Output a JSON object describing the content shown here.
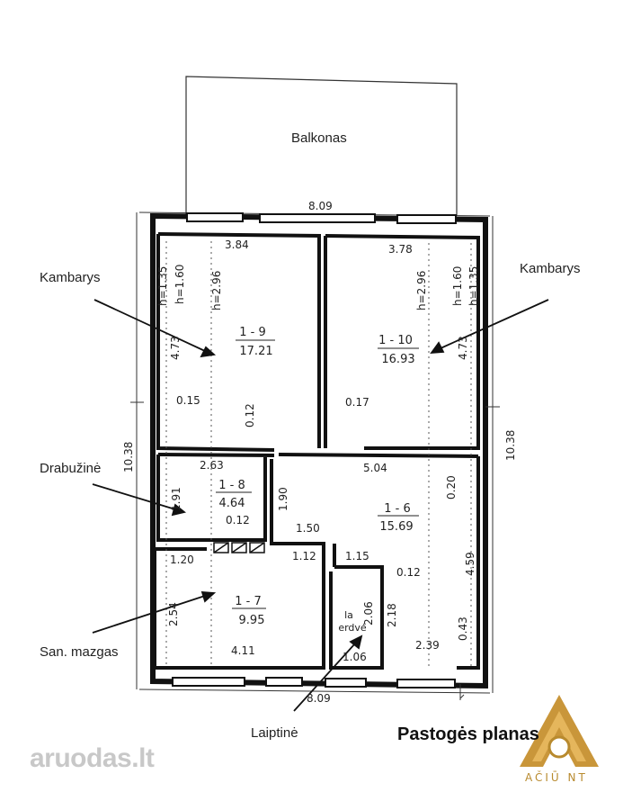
{
  "labels": {
    "balcony": "Balkonas",
    "room_left": "Kambarys",
    "room_right": "Kambarys",
    "wardrobe": "Drabužinė",
    "bathroom": "San. mazgas",
    "stairs": "Laiptinė"
  },
  "title": "Pastogės planas",
  "watermark": {
    "left": "aruodas",
    "right": "lt"
  },
  "logo": {
    "text": "AČIŪ NT",
    "color": "#b88a2e"
  },
  "dims": {
    "top_width": "8.09",
    "bottom_width": "8.09",
    "left_height": "10.38",
    "right_height": "10.38",
    "r9_width": "3.84",
    "r10_width": "3.78",
    "r8_width": "2.63",
    "r6_width": "5.04",
    "r7_width": "4.11",
    "r7_left": "1.20",
    "r7_right": "1.12",
    "hall_115": "1.15",
    "r6_012": "0.12",
    "r6_239": "2.39",
    "r9_015": "0.15",
    "r10_017": "0.17",
    "r9_012": "0.12",
    "r8_012": "0.12",
    "r8_150": "1.50",
    "r8_190": "1.90",
    "r8_191": "1.91",
    "r6_020": "0.20",
    "r6_459": "4.59",
    "r6_043": "0.43",
    "r6_218": "2.18",
    "stair_206": "2.06",
    "stair_106": "1.06",
    "r7_254": "2.54",
    "r9_473": "4.73",
    "r10_473": "4.73",
    "h135_l": "h=1.35",
    "h160_l": "h=1.60",
    "h296_l": "h=2.96",
    "h135_r": "h=1.35",
    "h160_r": "h=1.60",
    "h296_r": "h=2.96"
  },
  "rooms": {
    "r9": {
      "id": "1 - 9",
      "area": "17.21"
    },
    "r10": {
      "id": "1 - 10",
      "area": "16.93"
    },
    "r8": {
      "id": "1 - 8",
      "area": "4.64"
    },
    "r6": {
      "id": "1 - 6",
      "area": "15.69"
    },
    "r7": {
      "id": "1 - 7",
      "area": "9.95"
    },
    "r1a": {
      "id": "la",
      "name": "erdvė"
    }
  }
}
